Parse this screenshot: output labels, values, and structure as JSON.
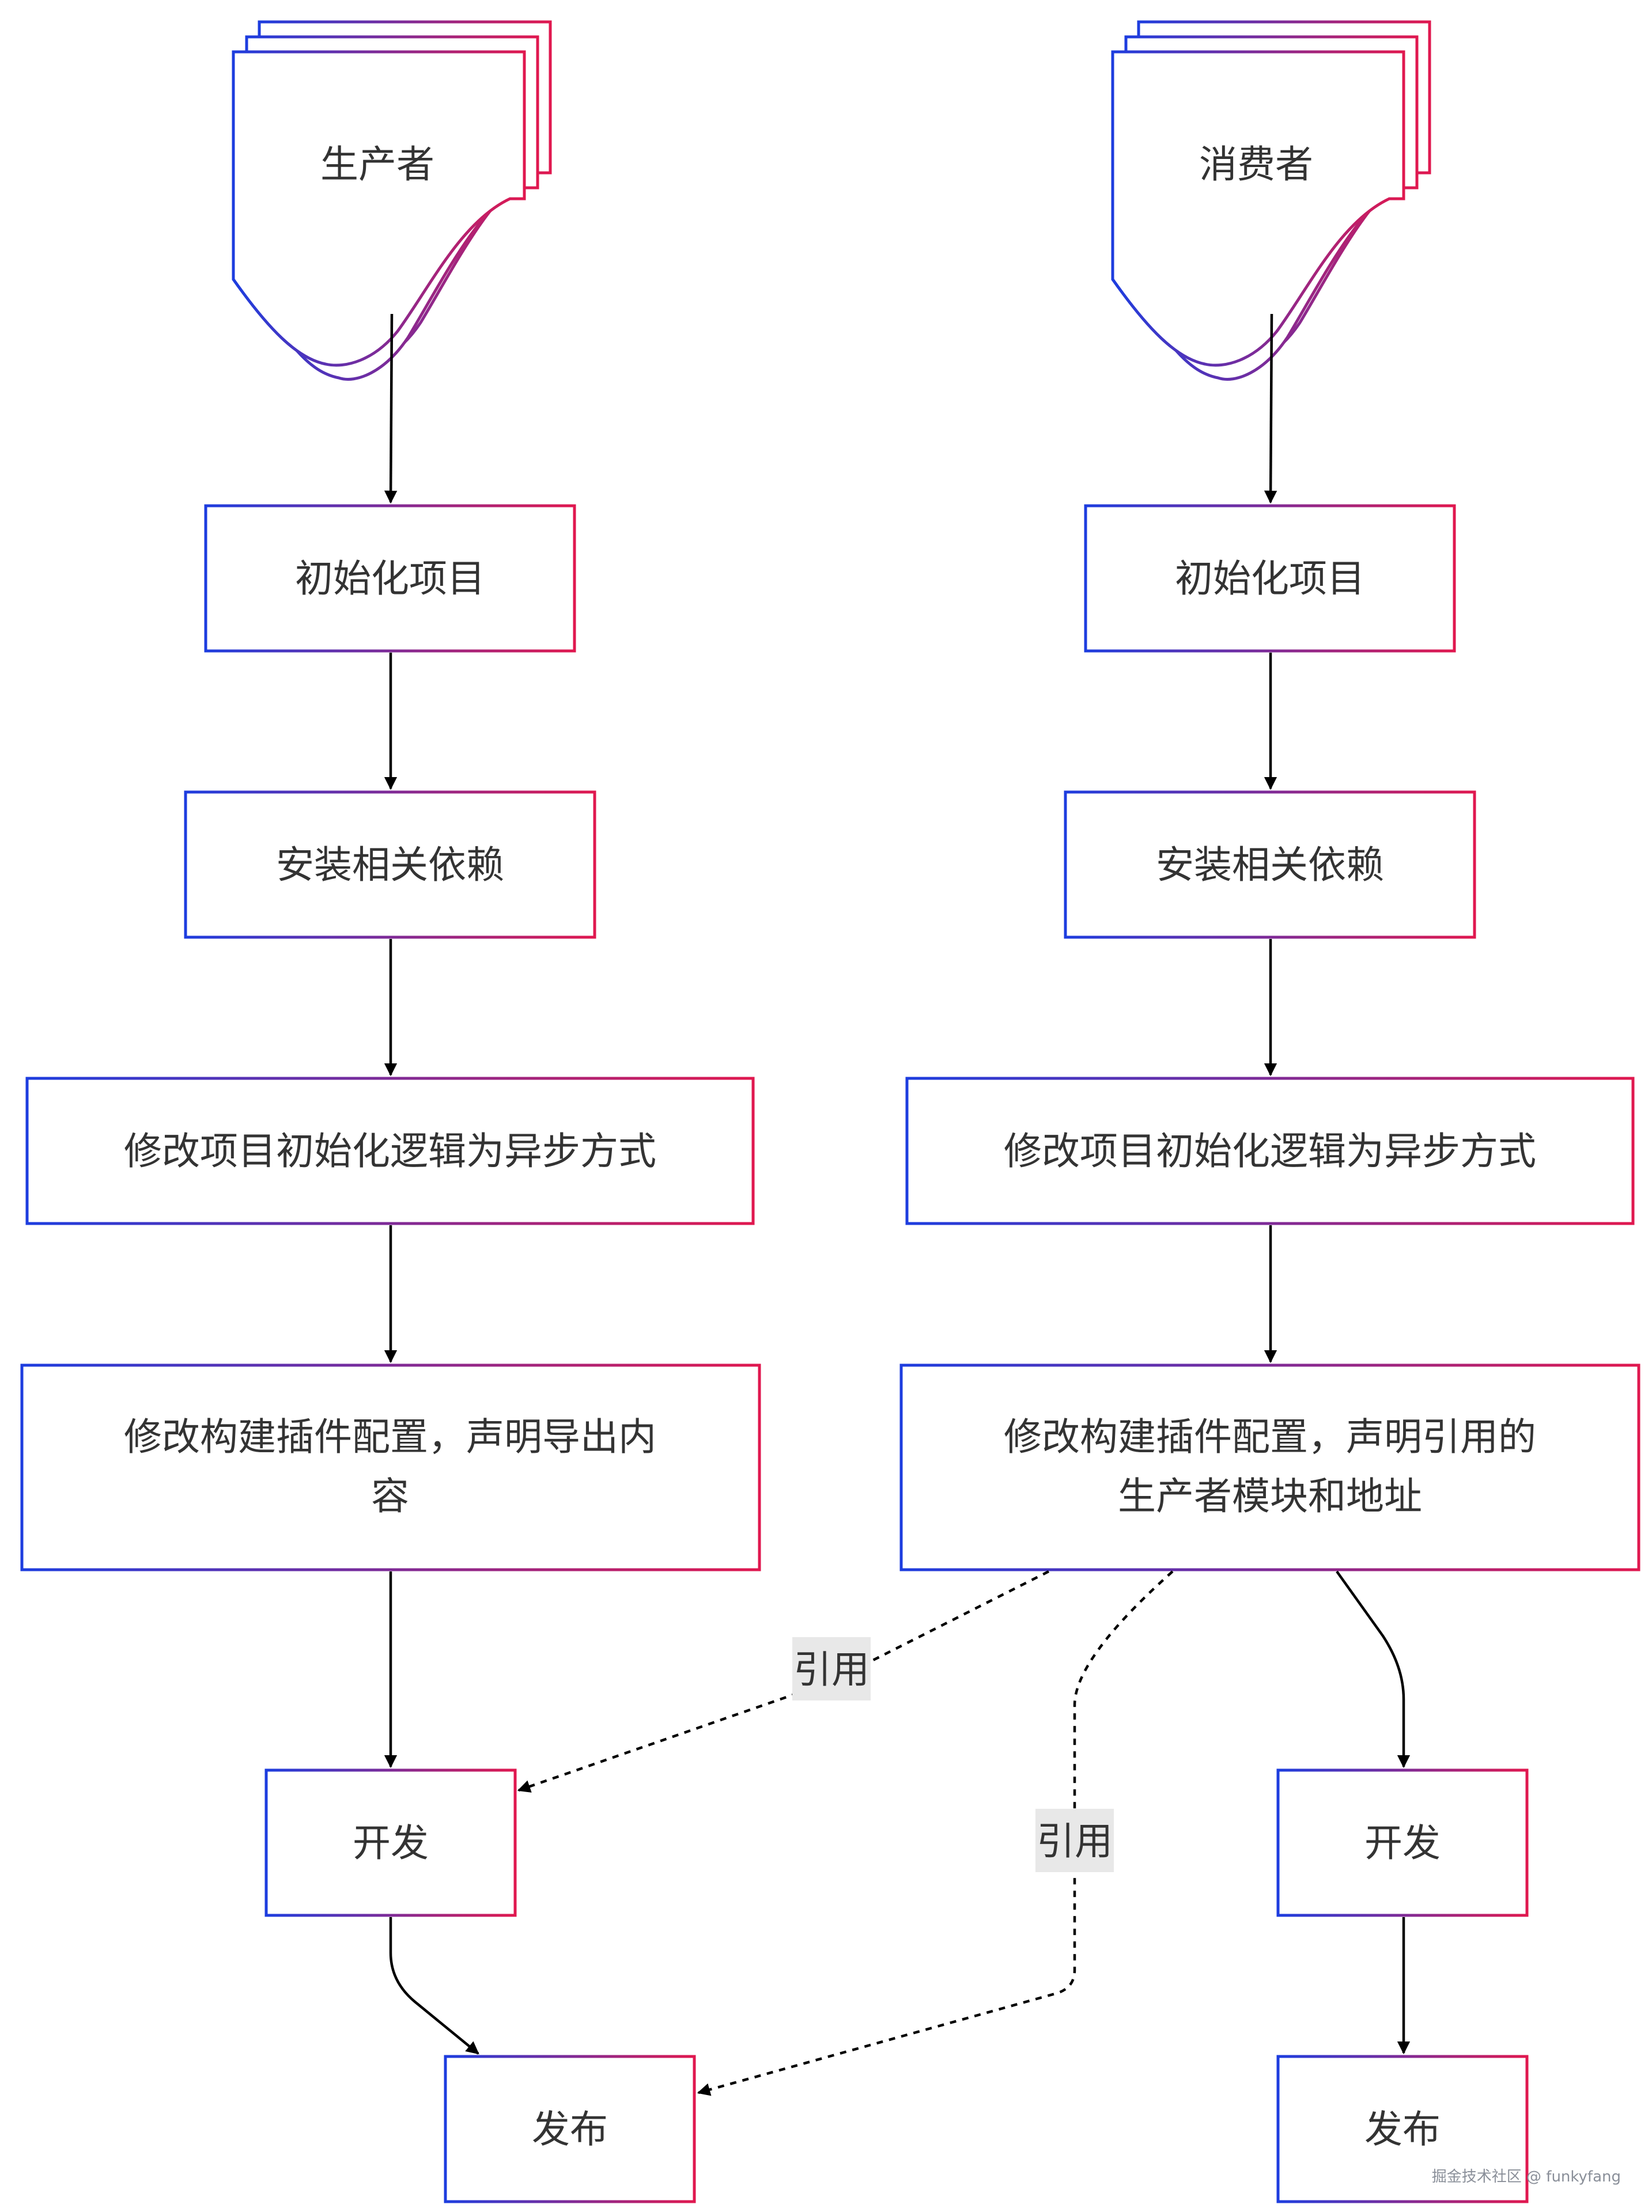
{
  "producer": {
    "title": "生产者",
    "steps": {
      "init": "初始化项目",
      "install": "安装相关依赖",
      "async": "修改项目初始化逻辑为异步方式",
      "config_line1": "修改构建插件配置，声明导出内",
      "config_line2": "容",
      "develop": "开发",
      "publish": "发布"
    }
  },
  "consumer": {
    "title": "消费者",
    "steps": {
      "init": "初始化项目",
      "install": "安装相关依赖",
      "async": "修改项目初始化逻辑为异步方式",
      "config_line1": "修改构建插件配置，声明引用的",
      "config_line2": "生产者模块和地址",
      "develop": "开发",
      "publish": "发布"
    }
  },
  "edge_labels": {
    "ref_to_producer_develop": "引用",
    "ref_to_producer_publish": "引用"
  },
  "colors": {
    "border_gradient_start": "#1d3ddf",
    "border_gradient_end": "#e0184f",
    "arrow": "#000000",
    "label_bg": "#e8e8e8"
  },
  "watermark": "掘金技术社区 @ funkyfang"
}
